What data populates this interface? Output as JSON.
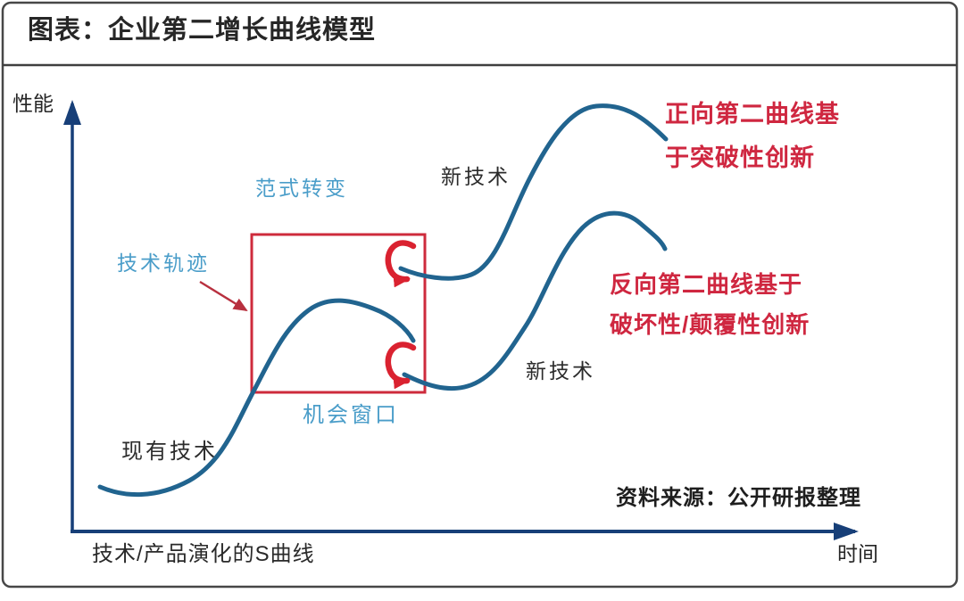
{
  "figure": {
    "title": "图表：企业第二增长曲线模型",
    "source": "资料来源：公开研报整理"
  },
  "axes": {
    "y_label": "性能",
    "x_label": "时间",
    "x_caption": "技术/产品演化的S曲线"
  },
  "curve_labels": {
    "existing_tech": "现有技术",
    "new_tech_upper": "新技术",
    "new_tech_lower": "新技术",
    "paradigm_shift": "范式转变",
    "tech_trajectory": "技术轨迹",
    "opportunity_window": "机会窗口"
  },
  "annotations": {
    "forward": {
      "line1": "正向第二曲线基",
      "line2": "于突破性创新"
    },
    "reverse": {
      "line1": "反向第二曲线基于",
      "line2": "破坏性/颠覆性创新"
    }
  },
  "colors": {
    "curve_blue": "#21648f",
    "axis_navy": "#173f78",
    "box_red": "#ce2b3c",
    "curly_arrow_red": "#da2230",
    "pointer_red": "#b8303f",
    "label_light_blue": "#4a9dc9",
    "annotation_red": "#cf2740",
    "text_dark": "#262626"
  }
}
